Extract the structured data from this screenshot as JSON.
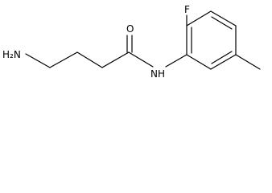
{
  "molecule": {
    "labels": {
      "amine": "H₂N",
      "carbonyl_oxygen": "O",
      "amide_nh": "NH",
      "fluorine": "F"
    }
  }
}
